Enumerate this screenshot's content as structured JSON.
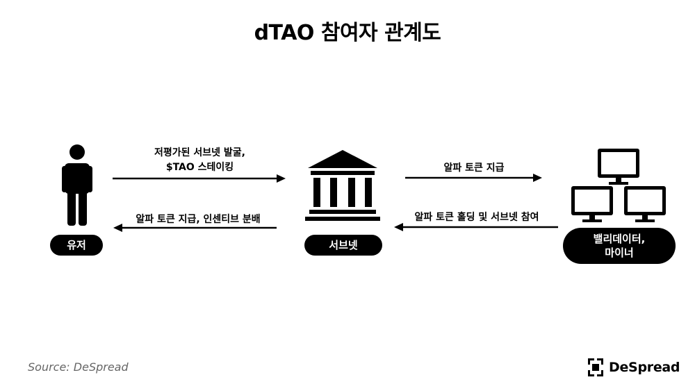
{
  "title": "dTAO 참여자 관계도",
  "nodes": {
    "user": "유저",
    "subnet": "서브넷",
    "validator_line1": "밸리데이터,",
    "validator_line2": "마이너"
  },
  "edges": {
    "issue_line1": "저평가된 서브넷 발굴,",
    "issue_line2": "$TAO 스테이킹",
    "alpha": "알파 토큰 지급",
    "reward": "알파 토큰 지급, 인센티브 분배",
    "hold": "알파 토큰 홀딩 및 서브넷 참여"
  },
  "footer": {
    "source": "Source: DeSpread",
    "brand": "DeSpread"
  },
  "icons": {
    "user": "person-icon",
    "subnet": "institution-icon",
    "validator": "computers-icon",
    "brand": "despread-logo-icon"
  }
}
